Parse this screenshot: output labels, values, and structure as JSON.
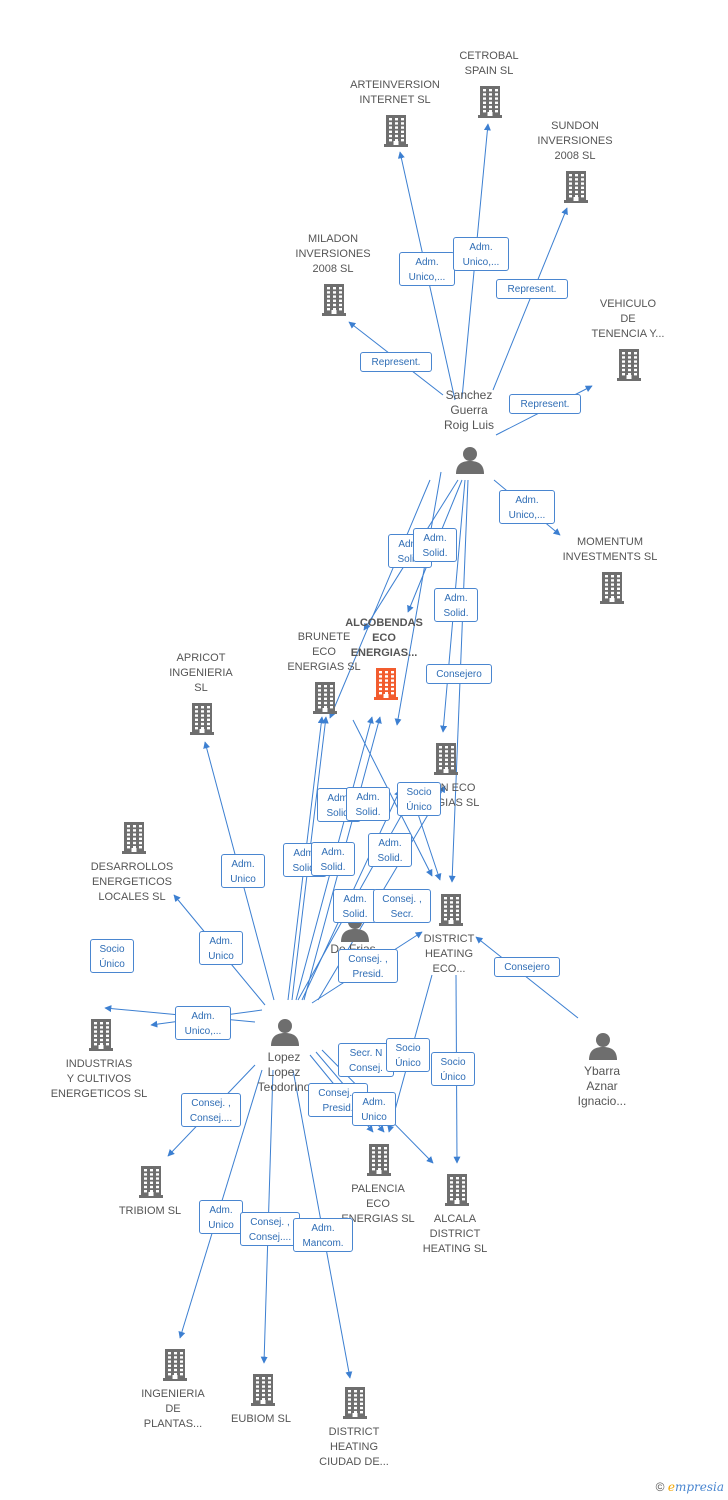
{
  "diagram": {
    "colors": {
      "edge": "#3c7fd1",
      "building": "#6e6e6e",
      "highlight": "#f25c2e",
      "label_border": "#4a86d0"
    },
    "companies": [
      {
        "id": "arteinversion",
        "label": "ARTEINVERSION\nINTERNET SL"
      },
      {
        "id": "cetrobal",
        "label": "CETROBAL\nSPAIN  SL"
      },
      {
        "id": "sundon",
        "label": "SUNDON\nINVERSIONES\n2008 SL"
      },
      {
        "id": "miladon",
        "label": "MILADON\nINVERSIONES\n2008 SL"
      },
      {
        "id": "vehiculo",
        "label": "VEHICULO\nDE\nTENENCIA Y..."
      },
      {
        "id": "momentum",
        "label": "MOMENTUM\nINVESTMENTS SL"
      },
      {
        "id": "alcobendas",
        "label": "ALCOBENDAS\nECO\nENERGIAS...",
        "highlight": true
      },
      {
        "id": "brunete",
        "label": "BRUNETE\nECO\nENERGIAS  SL"
      },
      {
        "id": "apricot",
        "label": "APRICOT\nINGENIERIA\nSL"
      },
      {
        "id": "n_eco",
        "label": "N ECO\nGIAS  SL"
      },
      {
        "id": "desarrollos",
        "label": "DESARROLLOS\nENERGETICOS\nLOCALES SL"
      },
      {
        "id": "district_eco",
        "label": "DISTRICT\nHEATING\nECO..."
      },
      {
        "id": "industrias",
        "label": "INDUSTRIAS\nY CULTIVOS\nENERGETICOS SL"
      },
      {
        "id": "tribiom",
        "label": "TRIBIOM SL"
      },
      {
        "id": "palencia",
        "label": "PALENCIA\nECO\nENERGIAS  SL"
      },
      {
        "id": "alcala",
        "label": "ALCALA\nDISTRICT\nHEATING  SL"
      },
      {
        "id": "ingenieria_plantas",
        "label": "INGENIERIA\nDE\nPLANTAS..."
      },
      {
        "id": "eubiom",
        "label": "EUBIOM SL"
      },
      {
        "id": "district_ciudad",
        "label": "DISTRICT\nHEATING\nCIUDAD DE..."
      }
    ],
    "persons": [
      {
        "id": "sanchez",
        "label": "Sanchez\nGuerra\nRoig Luis"
      },
      {
        "id": "lopez",
        "label": "Lopez\nLopez\nTeodorino"
      },
      {
        "id": "de_frias",
        "label": "De Frias\nR\nC"
      },
      {
        "id": "ybarra",
        "label": "Ybarra\nAznar\nIgnacio..."
      }
    ],
    "edge_labels": [
      {
        "id": "e1",
        "text": "Adm.\nUnico,..."
      },
      {
        "id": "e2",
        "text": "Adm.\nUnico,..."
      },
      {
        "id": "e3",
        "text": "Represent."
      },
      {
        "id": "e4",
        "text": "Represent."
      },
      {
        "id": "e5",
        "text": "Represent."
      },
      {
        "id": "e6",
        "text": "Adm.\nUnico,..."
      },
      {
        "id": "e7",
        "text": "Adm.\nSolid."
      },
      {
        "id": "e8",
        "text": "Adm.\nSolid."
      },
      {
        "id": "e9",
        "text": "Adm.\nSolid."
      },
      {
        "id": "e10",
        "text": "Consejero"
      },
      {
        "id": "e11",
        "text": "Adm.\nSolid."
      },
      {
        "id": "e12",
        "text": "Adm.\nSolid."
      },
      {
        "id": "e13",
        "text": "Socio\nÚnico"
      },
      {
        "id": "e14",
        "text": "Adm.\nSolid."
      },
      {
        "id": "e15",
        "text": "Adm.\nSolid."
      },
      {
        "id": "e16",
        "text": "Adm.\nSolid."
      },
      {
        "id": "e17",
        "text": "Adm.\nUnico"
      },
      {
        "id": "e18",
        "text": "Adm.\nSolid."
      },
      {
        "id": "e19",
        "text": "Consej. ,\nSecr."
      },
      {
        "id": "e20",
        "text": "Adm.\nUnico"
      },
      {
        "id": "e21",
        "text": "Socio\nÚnico"
      },
      {
        "id": "e22",
        "text": "Consej. ,\nPresid."
      },
      {
        "id": "e23",
        "text": "Consejero"
      },
      {
        "id": "e24",
        "text": "Adm.\nUnico,..."
      },
      {
        "id": "e25",
        "text": "Secr.  N\nConsej."
      },
      {
        "id": "e26",
        "text": "Socio\nÚnico"
      },
      {
        "id": "e27",
        "text": "Socio\nÚnico"
      },
      {
        "id": "e28",
        "text": "Consej. ,\nConsej...."
      },
      {
        "id": "e29",
        "text": "Consej. ,\nPresid."
      },
      {
        "id": "e30",
        "text": "Adm.\nUnico"
      },
      {
        "id": "e31",
        "text": "Adm.\nUnico"
      },
      {
        "id": "e32",
        "text": "Consej. ,\nConsej...."
      },
      {
        "id": "e33",
        "text": "Adm.\nMancom."
      }
    ]
  },
  "footer": {
    "copyright": "©",
    "brand_first": "e",
    "brand_rest": "mpresia"
  }
}
